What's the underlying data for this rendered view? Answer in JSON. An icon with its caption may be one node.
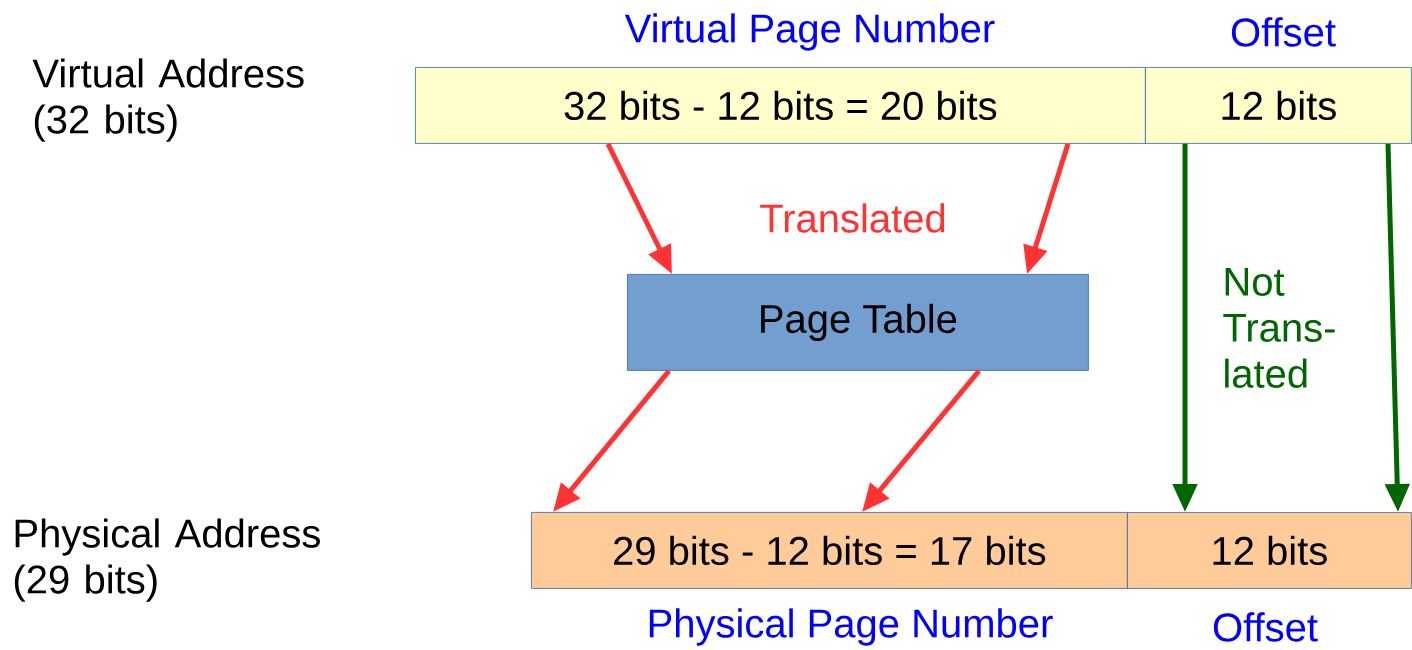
{
  "diagram": {
    "nodes": [
      {
        "text": [
          "Virtual Page Number",
          "32 bits - 12 bits = 20 bits"
        ]
      },
      {
        "text": [
          "Offset",
          "12 bits"
        ]
      },
      {
        "text": [
          "Page Table"
        ]
      },
      {
        "text": [
          "29 bits - 12 bits = 17 bits",
          "Physical Page Number"
        ]
      },
      {
        "text": [
          "12 bits",
          "Offset"
        ]
      }
    ],
    "edges": [
      {
        "from": 0,
        "to": 2,
        "arrow": "to"
      },
      {
        "from": 0,
        "to": 2,
        "arrow": "to"
      },
      {
        "from": 2,
        "to": 3,
        "arrow": "to"
      },
      {
        "from": 2,
        "to": 3,
        "arrow": "to"
      },
      {
        "from": 1,
        "to": 4,
        "arrow": "to",
        "color": "#006600"
      },
      {
        "from": 1,
        "to": 4,
        "arrow": "to",
        "color": "#006600"
      }
    ],
    "labels": [
      "Virtual Address (32 bits)",
      "Translated",
      "Not Trans-lated",
      "Physical Address (29 bits)"
    ]
  }
}
